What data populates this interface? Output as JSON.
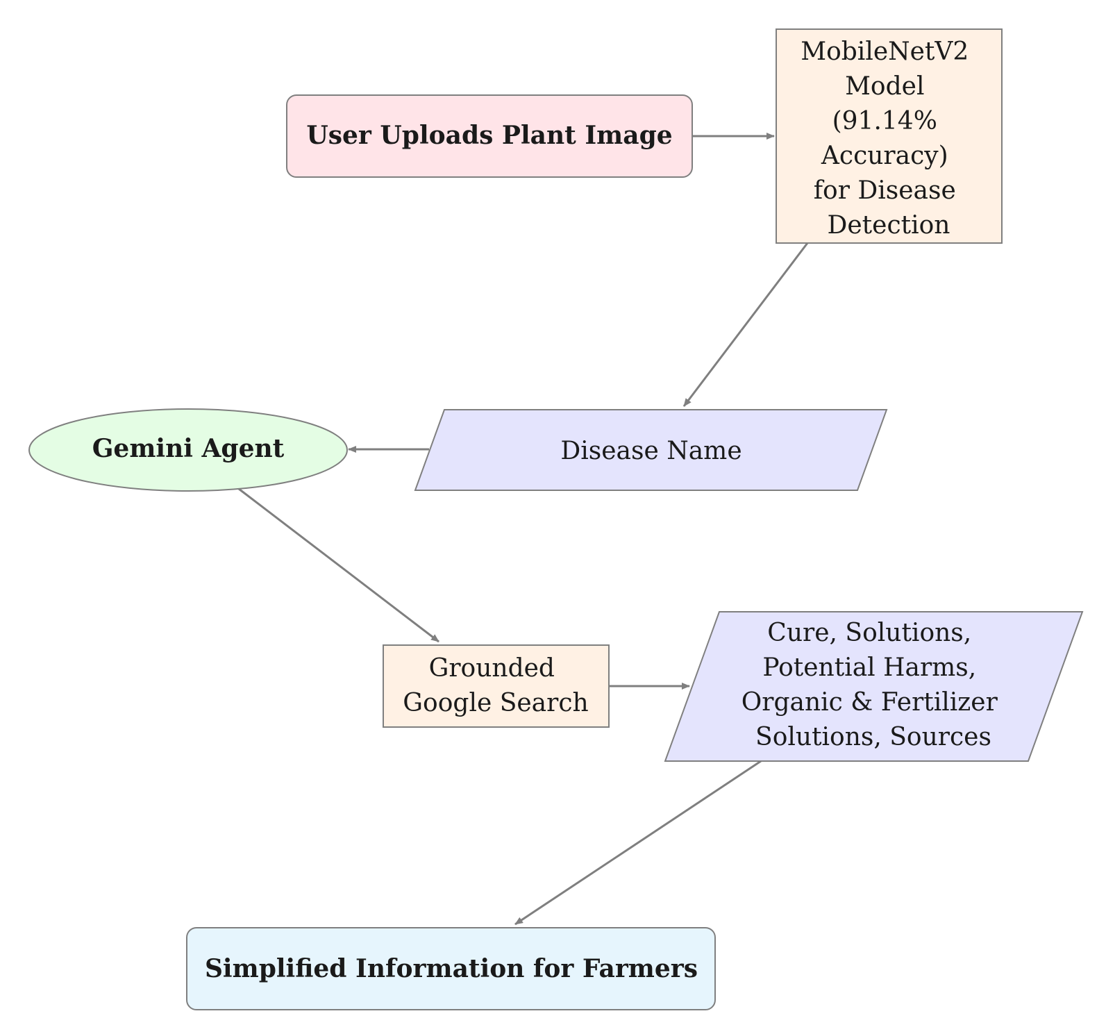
{
  "nodes": {
    "upload": {
      "lines": [
        "User Uploads Plant Image"
      ],
      "fill": "#ffe4e8"
    },
    "model": {
      "lines": [
        "MobileNetV2",
        "Model",
        "(91.14%",
        "Accuracy)",
        "for Disease",
        "Detection"
      ],
      "fill": "#fff1e4"
    },
    "disease_name": {
      "lines": [
        "Disease Name"
      ],
      "fill": "#e4e4fd"
    },
    "gemini": {
      "lines": [
        "Gemini Agent"
      ],
      "fill": "#e4fde4"
    },
    "search": {
      "lines": [
        "Grounded",
        "Google Search"
      ],
      "fill": "#fff1e4"
    },
    "results": {
      "lines": [
        "Cure, Solutions,",
        "Potential Harms,",
        "Organic & Fertilizer",
        "Solutions, Sources"
      ],
      "fill": "#e4e4fd"
    },
    "output": {
      "lines": [
        "Simplified Information for Farmers"
      ],
      "fill": "#e6f5fd"
    }
  },
  "colors": {
    "border": "#7f7f7f",
    "arrow": "#7f7f7f",
    "text": "#1a1a1a"
  }
}
